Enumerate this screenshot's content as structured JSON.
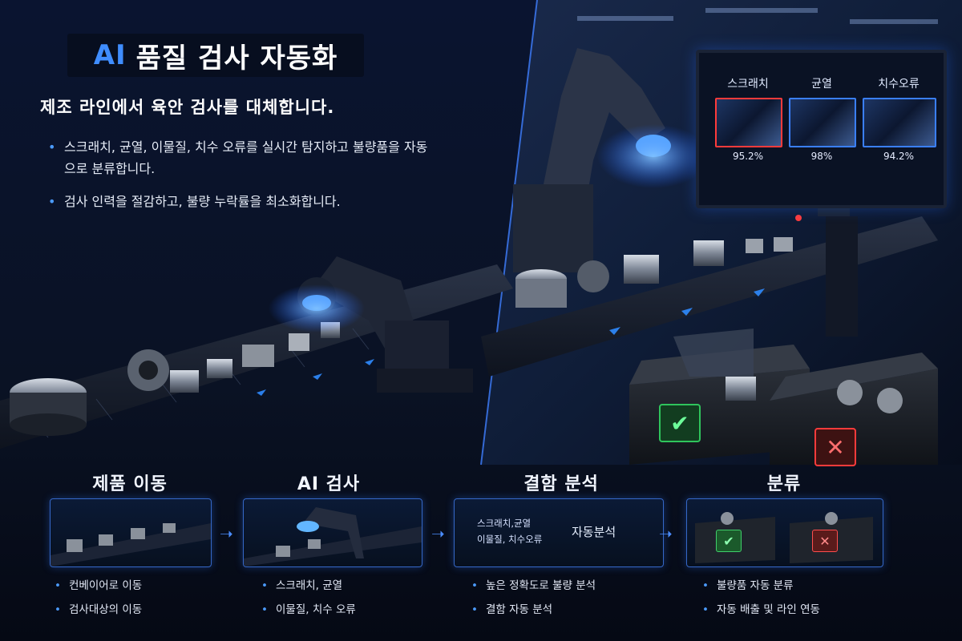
{
  "header": {
    "title_accent": "AI",
    "title_rest": "품질 검사 자동화",
    "headline": "제조 라인에서 육안 검사를 대체합니다.",
    "bullets": [
      "스크래치, 균열, 이물질, 치수 오류를 실시간 탐지하고 불량품을 자동으로 분류합니다.",
      "검사 인력을 절감하고, 불량 누락률을 최소화합니다."
    ]
  },
  "monitor": {
    "tiles": [
      {
        "label": "스크래치",
        "pct": "95.2%",
        "alert": true
      },
      {
        "label": "균열",
        "pct": "98%",
        "alert": false
      },
      {
        "label": "치수오류",
        "pct": "94.2%",
        "alert": false
      }
    ]
  },
  "bins": {
    "ok_icon": "check-icon",
    "ng_icon": "cross-icon",
    "ok_symbol": "✔",
    "ng_symbol": "✕"
  },
  "steps": [
    {
      "title": "제품 이동",
      "bullets": [
        "컨베이어로 이동",
        "검사대상의 이동"
      ]
    },
    {
      "title": "AI 검사",
      "bullets": [
        "스크래치, 균열",
        "이물질, 치수 오류"
      ]
    },
    {
      "title": "결함 분석",
      "bullets": [
        "높은 정확도로 불량 분석",
        "결함 자동 분석"
      ],
      "card_line1": "스크래치,균열",
      "card_line2": "이물질, 치수오류",
      "card_big": "자동분석"
    },
    {
      "title": "분류",
      "bullets": [
        "불량품 자동 분류",
        "자동 배출 및 라인 연동"
      ]
    }
  ],
  "arrow_symbol": "➝",
  "colors": {
    "accent": "#3f8dff",
    "ok": "#2fc45c",
    "ng": "#ff3b3b",
    "background": "#060b18"
  }
}
